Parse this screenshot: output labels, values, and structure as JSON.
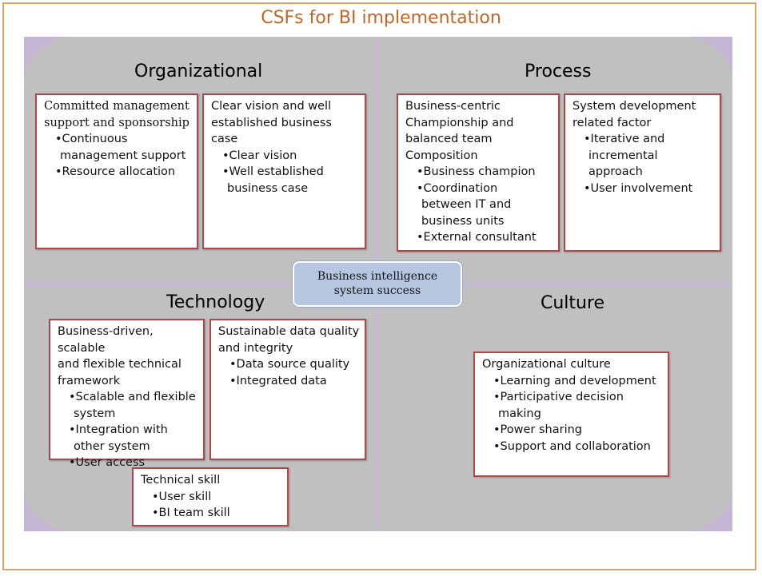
{
  "title": "CSFs for BI implementation",
  "center": {
    "line1": "Business intelligence",
    "line2": "system success"
  },
  "quadrants": {
    "organizational": {
      "title": "Organizational",
      "boxes": [
        {
          "head": [
            "Committed management",
            "support and sponsorship"
          ],
          "items": [
            "•Continuous",
            "management support",
            "•Resource allocation"
          ]
        },
        {
          "head": [
            "Clear vision and well",
            "established business case"
          ],
          "items": [
            "•Clear vision",
            "•Well established",
            "business case"
          ]
        }
      ]
    },
    "process": {
      "title": "Process",
      "boxes": [
        {
          "head": [
            "Business-centric",
            "Championship and",
            "balanced team",
            "Composition"
          ],
          "items": [
            "•Business champion",
            "•Coordination",
            "between IT and",
            "business units",
            "•External consultant"
          ]
        },
        {
          "head": [
            "System development",
            "related factor"
          ],
          "items": [
            "•Iterative and",
            "incremental approach",
            "•User involvement"
          ]
        }
      ]
    },
    "technology": {
      "title": "Technology",
      "boxes": [
        {
          "head": [
            "Business-driven, scalable",
            "and flexible technical",
            "framework"
          ],
          "items": [
            "•Scalable and flexible",
            "system",
            "•Integration with",
            "other system",
            "•User access"
          ]
        },
        {
          "head": [
            "Sustainable data quality",
            "and integrity"
          ],
          "items": [
            "•Data  source quality",
            "•Integrated data"
          ]
        },
        {
          "head": [
            "Technical skill"
          ],
          "items": [
            "•User skill",
            "•BI team skill"
          ]
        }
      ]
    },
    "culture": {
      "title": "Culture",
      "boxes": [
        {
          "head": [
            "Organizational culture"
          ],
          "items": [
            "•Learning and development",
            "•Participative decision",
            "making",
            "•Power sharing",
            "•Support and collaboration"
          ]
        }
      ]
    }
  }
}
